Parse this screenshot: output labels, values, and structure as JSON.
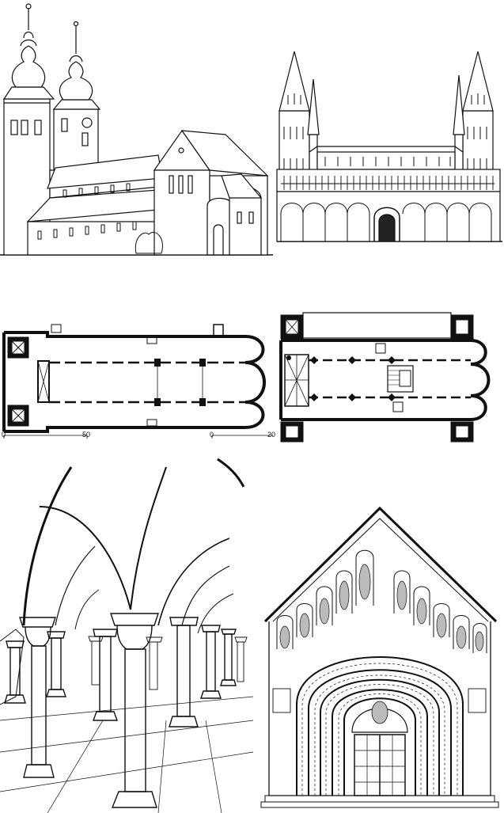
{
  "figure": {
    "panels": [
      {
        "id": "church-exterior-view",
        "kind": "drawing"
      },
      {
        "id": "cathedral-south-elevation",
        "kind": "drawing"
      },
      {
        "id": "church-floor-plan",
        "kind": "plan"
      },
      {
        "id": "cathedral-floor-plan",
        "kind": "plan"
      },
      {
        "id": "crypt-interior",
        "kind": "drawing"
      },
      {
        "id": "portal-elevation",
        "kind": "drawing"
      }
    ]
  },
  "scales": {
    "left": {
      "start": "0",
      "end": "50"
    },
    "right": {
      "start": "0",
      "end": "20"
    }
  },
  "colors": {
    "ink": "#111111",
    "paper": "#ffffff"
  }
}
